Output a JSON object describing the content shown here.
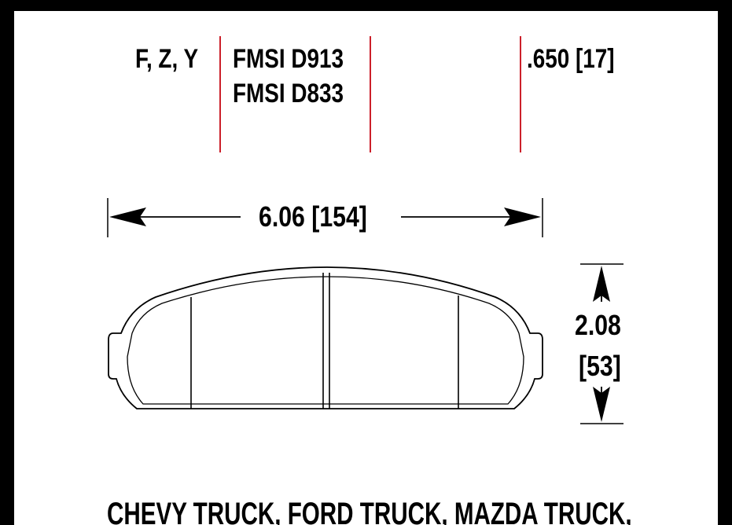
{
  "header": {
    "compounds": "F, Z, Y",
    "fmsi_numbers": [
      "FMSI D913",
      "FMSI D833"
    ],
    "thickness": ".650 [17]"
  },
  "dimensions": {
    "width_label": "6.06 [154]",
    "height_inches": "2.08",
    "height_mm": "[53]"
  },
  "footer": {
    "applications": "CHEVY TRUCK, FORD TRUCK, MAZDA TRUCK,"
  },
  "colors": {
    "divider": "#cc1f2a",
    "ink": "#000000",
    "border": "#000000",
    "background": "#ffffff"
  }
}
